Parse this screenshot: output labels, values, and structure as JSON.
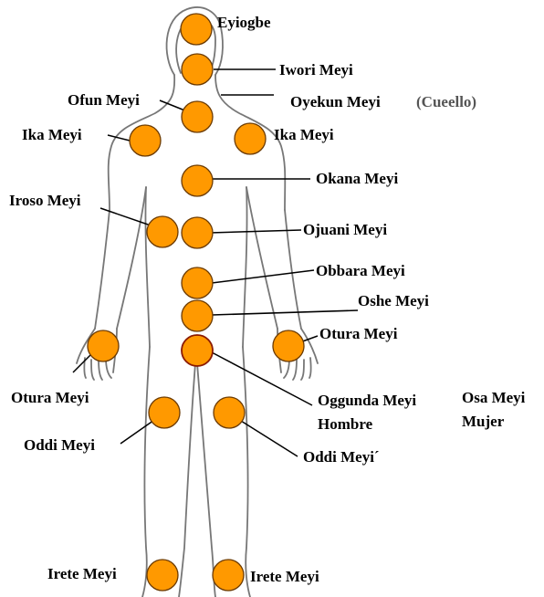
{
  "colors": {
    "dot_fill": "#FF9900",
    "dot_stroke": "#6b3a00",
    "ring_stroke": "#8b1a00",
    "outline": "#777777",
    "line": "#000000",
    "note": "#555555"
  },
  "labels": {
    "eyiogbe": "Eyiogbe",
    "iwori": "Iwori Meyi",
    "ofun": "Ofun Meyi",
    "oyekun": "Oyekun Meyi",
    "cuello": "(Cueello)",
    "ika_left": "Ika Meyi",
    "ika_right": "Ika Meyi",
    "okana": "Okana Meyi",
    "iroso": "Iroso Meyi",
    "ojuani": "Ojuani Meyi",
    "obbara": "Obbara Meyi",
    "oshe": "Oshe Meyi",
    "otura_right": "Otura Meyi",
    "otura_left": "Otura Meyi",
    "oggunda": "Oggunda Meyi",
    "hombre": "Hombre",
    "osa": "Osa Meyi",
    "mujer": "Mujer",
    "oddi_left": "Oddi Meyi",
    "oddi_right": "Oddi Meyi´",
    "irete_left": "Irete Meyi",
    "irete_right": "Irete Meyi"
  }
}
